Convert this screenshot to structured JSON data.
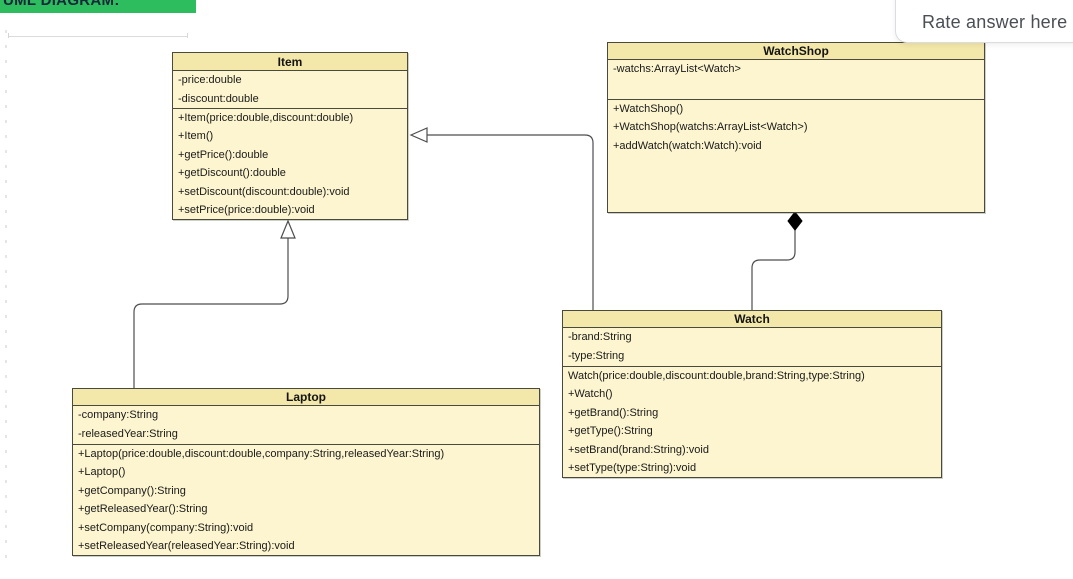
{
  "page": {
    "heading": "UML DIAGRAM:",
    "rate_box_label": "Rate answer here"
  },
  "colors": {
    "heading_highlight": "#2ebd5e",
    "class_title_fill": "#f3e7a9",
    "class_body_fill": "#fcf5cf",
    "class_border": "#4a493e",
    "connector": "#4d4d4d",
    "rate_text": "#4a4f55"
  },
  "classes": [
    {
      "name": "Item",
      "attributes": [
        "-price:double",
        "-discount:double"
      ],
      "methods": [
        "+Item(price:double,discount:double)",
        "+Item()",
        "+getPrice():double",
        "+getDiscount():double",
        "+setDiscount(discount:double):void",
        "+setPrice(price:double):void"
      ]
    },
    {
      "name": "WatchShop",
      "attributes": [
        "-watchs:ArrayList<Watch>"
      ],
      "methods": [
        "+WatchShop()",
        "+WatchShop(watchs:ArrayList<Watch>)",
        "+addWatch(watch:Watch):void"
      ]
    },
    {
      "name": "Watch",
      "attributes": [
        "-brand:String",
        "-type:String"
      ],
      "methods": [
        "Watch(price:double,discount:double,brand:String,type:String)",
        "+Watch()",
        "+getBrand():String",
        "+getType():String",
        "+setBrand(brand:String):void",
        "+setType(type:String):void"
      ]
    },
    {
      "name": "Laptop",
      "attributes": [
        "-company:String",
        "-releasedYear:String"
      ],
      "methods": [
        "+Laptop(price:double,discount:double,company:String,releasedYear:String)",
        "+Laptop()",
        "+getCompany():String",
        "+getReleasedYear():String",
        "+setCompany(company:String):void",
        "+setReleasedYear(releasedYear:String):void"
      ]
    }
  ],
  "relationships": [
    {
      "type": "generalization",
      "from": "Laptop",
      "to": "Item"
    },
    {
      "type": "generalization",
      "from": "Watch",
      "to": "Item"
    },
    {
      "type": "composition",
      "whole": "WatchShop",
      "part": "Watch"
    }
  ]
}
